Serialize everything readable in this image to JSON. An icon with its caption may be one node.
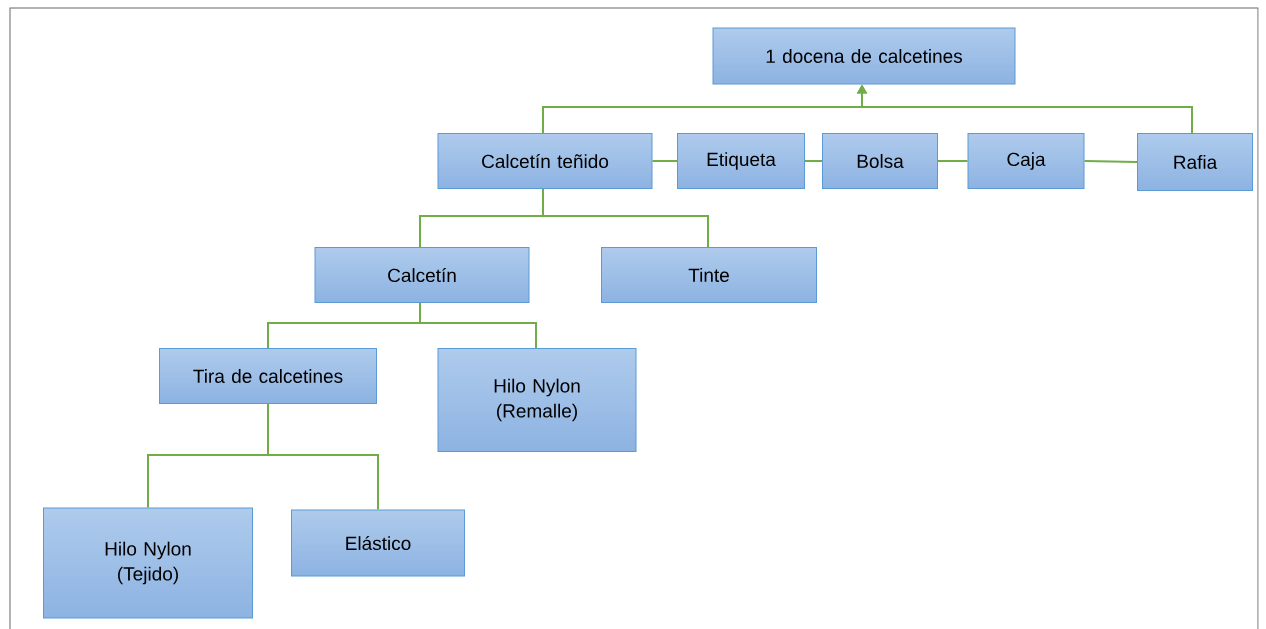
{
  "diagram": {
    "nodes": [
      {
        "text": [
          "1 docena de calcetines"
        ]
      },
      {
        "text": [
          "Calcetín teñido"
        ]
      },
      {
        "text": [
          "Etiqueta"
        ]
      },
      {
        "text": [
          "Bolsa"
        ]
      },
      {
        "text": [
          "Caja"
        ]
      },
      {
        "text": [
          "Rafia"
        ]
      },
      {
        "text": [
          "Calcetín"
        ]
      },
      {
        "text": [
          "Tinte"
        ]
      },
      {
        "text": [
          "Tira de calcetines"
        ]
      },
      {
        "text": [
          "Hilo Nylon (Remalle)"
        ]
      },
      {
        "text": [
          "Hilo Nylon (Tejido)"
        ]
      },
      {
        "text": [
          "Elástico"
        ]
      }
    ],
    "edges": [
      {
        "from": 1,
        "to": 0,
        "arrow": "to"
      },
      {
        "from": 5,
        "to": 0,
        "arrow": "to"
      },
      {
        "from": 1,
        "to": 2,
        "arrow": "none"
      },
      {
        "from": 2,
        "to": 3,
        "arrow": "none"
      },
      {
        "from": 3,
        "to": 4,
        "arrow": "none"
      },
      {
        "from": 4,
        "to": 5,
        "arrow": "none"
      },
      {
        "from": 1,
        "to": 6,
        "arrow": "none"
      },
      {
        "from": 1,
        "to": 7,
        "arrow": "none"
      },
      {
        "from": 6,
        "to": 8,
        "arrow": "none"
      },
      {
        "from": 6,
        "to": 9,
        "arrow": "none"
      },
      {
        "from": 8,
        "to": 10,
        "arrow": "none"
      },
      {
        "from": 8,
        "to": 11,
        "arrow": "none"
      }
    ]
  }
}
